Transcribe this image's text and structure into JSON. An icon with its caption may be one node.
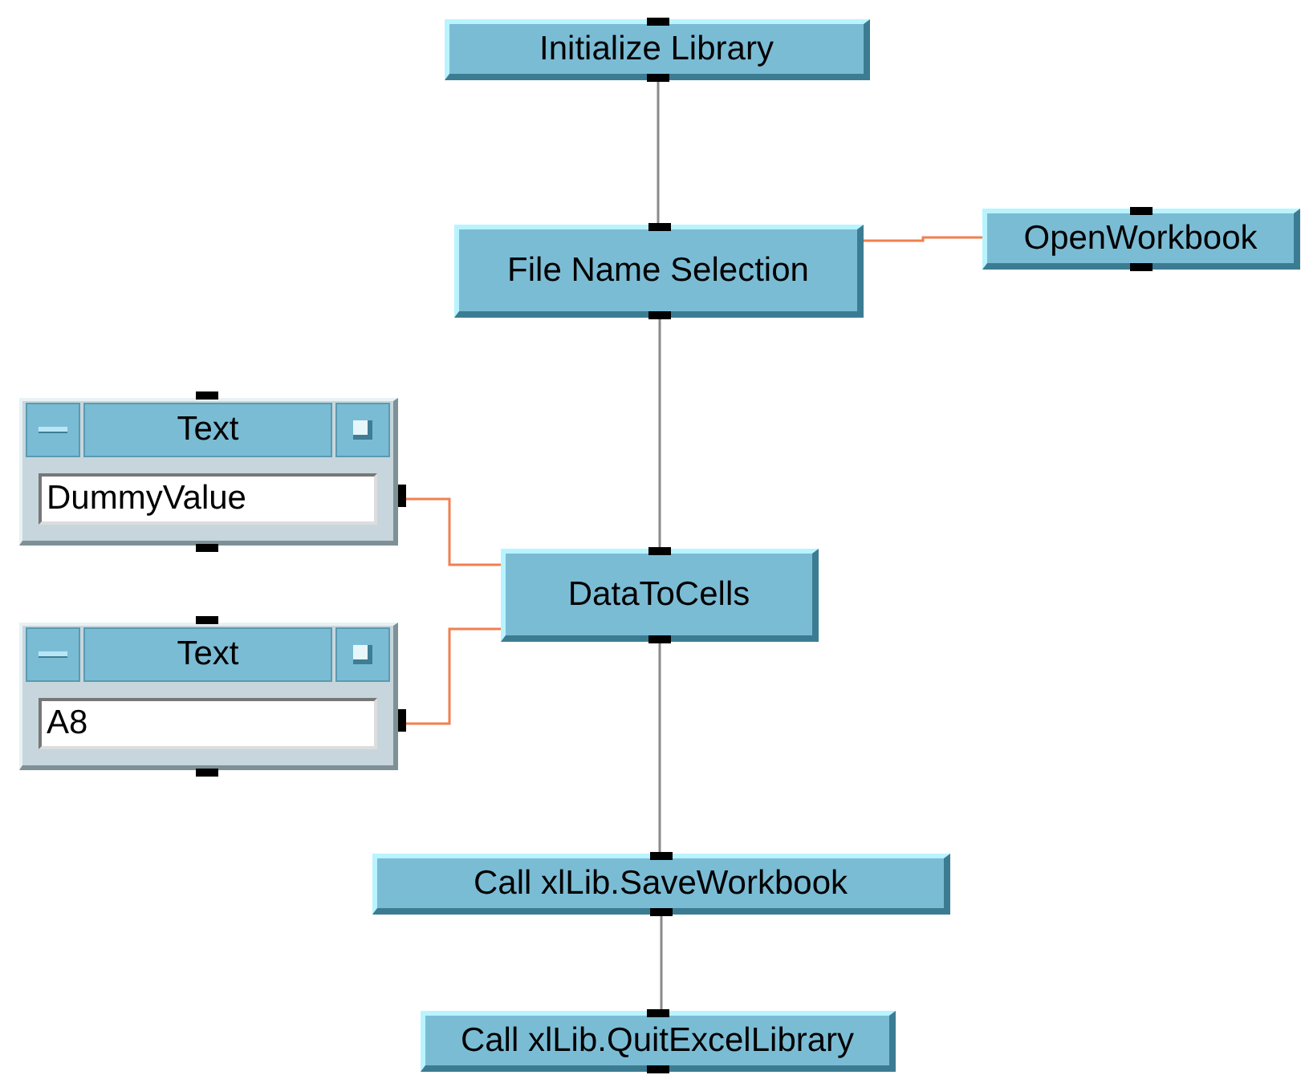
{
  "diagram": {
    "nodes": [
      {
        "text": [
          "Initialize Library"
        ]
      },
      {
        "text": [
          "File Name Selection"
        ]
      },
      {
        "text": [
          "OpenWorkbook"
        ]
      },
      {
        "text": [
          "Text",
          "DummyValue"
        ]
      },
      {
        "text": [
          "Text",
          "A8"
        ]
      },
      {
        "text": [
          "DataToCells"
        ]
      },
      {
        "text": [
          "Call xlLib.SaveWorkbook"
        ]
      },
      {
        "text": [
          "Call xlLib.QuitExcelLibrary"
        ]
      }
    ],
    "edges": [
      {
        "from": 0,
        "to": 1,
        "arrow": "none"
      },
      {
        "from": 1,
        "to": 2,
        "arrow": "none",
        "color": "#f08050"
      },
      {
        "from": 3,
        "to": 5,
        "arrow": "none",
        "color": "#f08050"
      },
      {
        "from": 4,
        "to": 5,
        "arrow": "none",
        "color": "#f08050"
      },
      {
        "from": 1,
        "to": 5,
        "arrow": "none"
      },
      {
        "from": 5,
        "to": 6,
        "arrow": "none"
      },
      {
        "from": 6,
        "to": 7,
        "arrow": "none"
      }
    ]
  }
}
